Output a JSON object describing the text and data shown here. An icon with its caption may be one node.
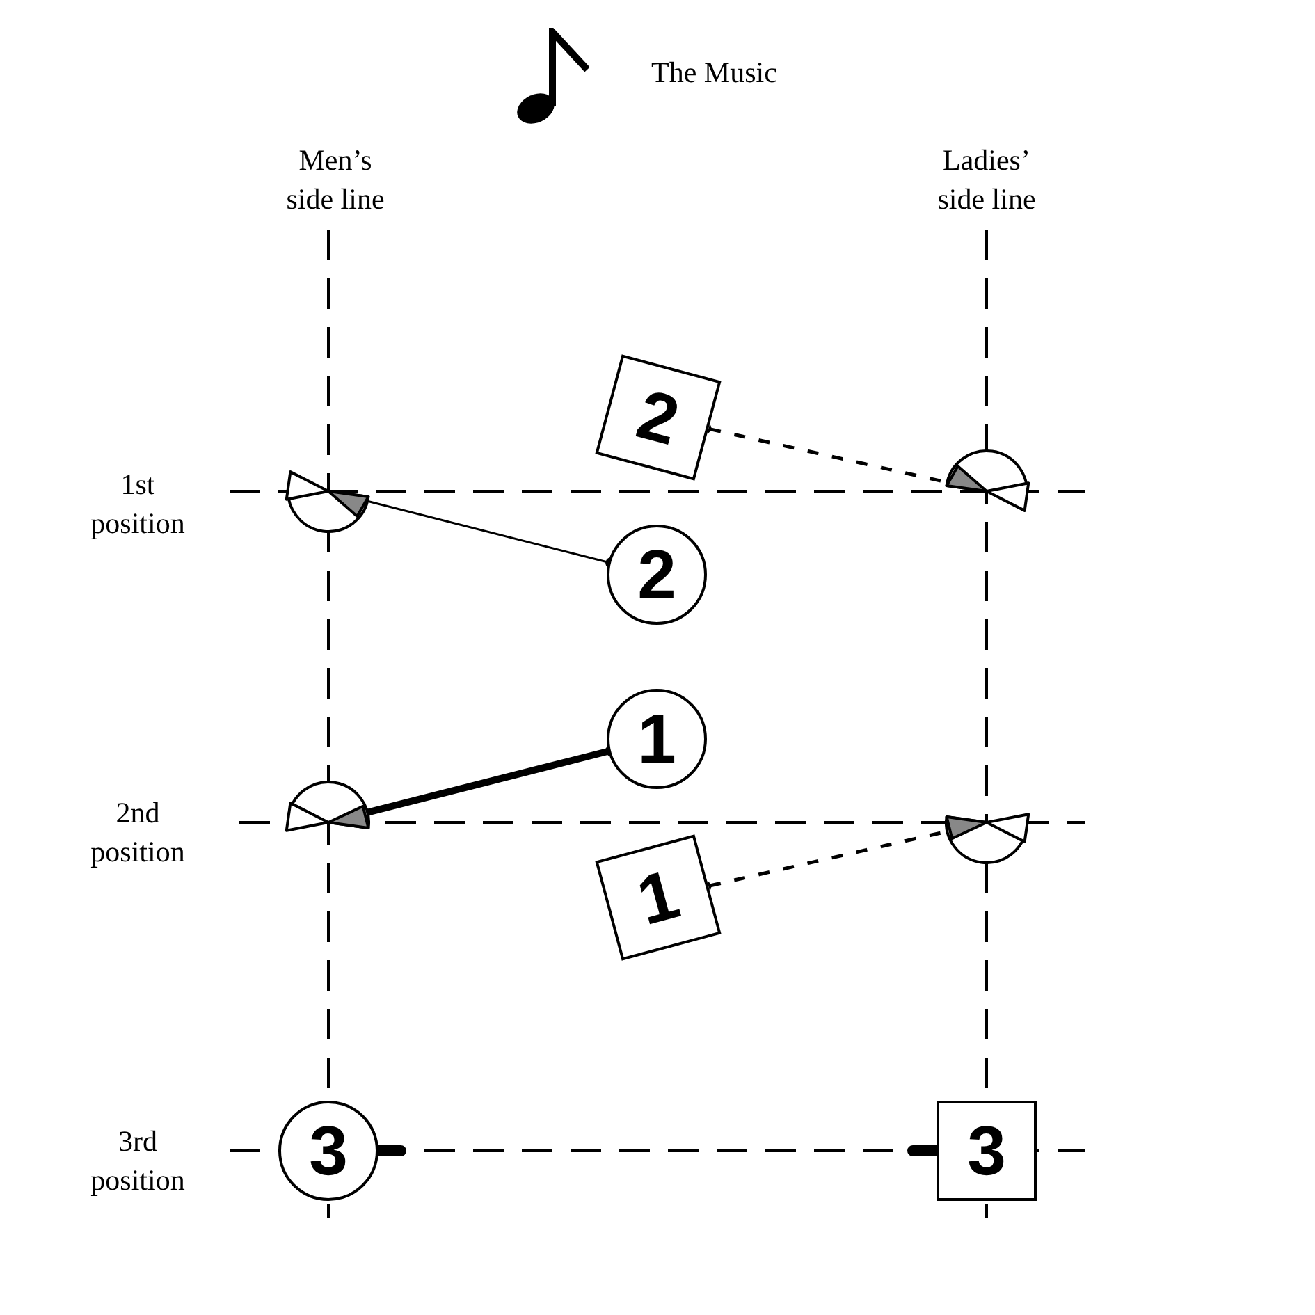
{
  "diagram": {
    "nodes": [
      {
        "text": [],
        "shape": "semicircle"
      },
      {
        "text": [],
        "shape": "semicircle"
      },
      {
        "text": [],
        "shape": "semicircle"
      },
      {
        "text": [],
        "shape": "semicircle"
      },
      {
        "text": [
          "2"
        ]
      },
      {
        "text": [
          "2"
        ]
      },
      {
        "text": [
          "1"
        ]
      },
      {
        "text": [
          "1"
        ]
      },
      {
        "text": [
          "3"
        ]
      },
      {
        "text": [
          "3"
        ]
      }
    ],
    "edges": [
      {
        "from": 4,
        "to": 0,
        "arrow": "other"
      },
      {
        "from": 5,
        "to": 1,
        "arrow": "other",
        "style": "dashed"
      },
      {
        "from": 6,
        "to": 2,
        "arrow": "other",
        "style": "thick"
      },
      {
        "from": 7,
        "to": 3,
        "arrow": "other",
        "style": "dashed"
      }
    ],
    "labels": [
      "The Music",
      "Men’s side line",
      "Ladies’ side line",
      "1st position",
      "2nd position",
      "3rd position"
    ]
  }
}
